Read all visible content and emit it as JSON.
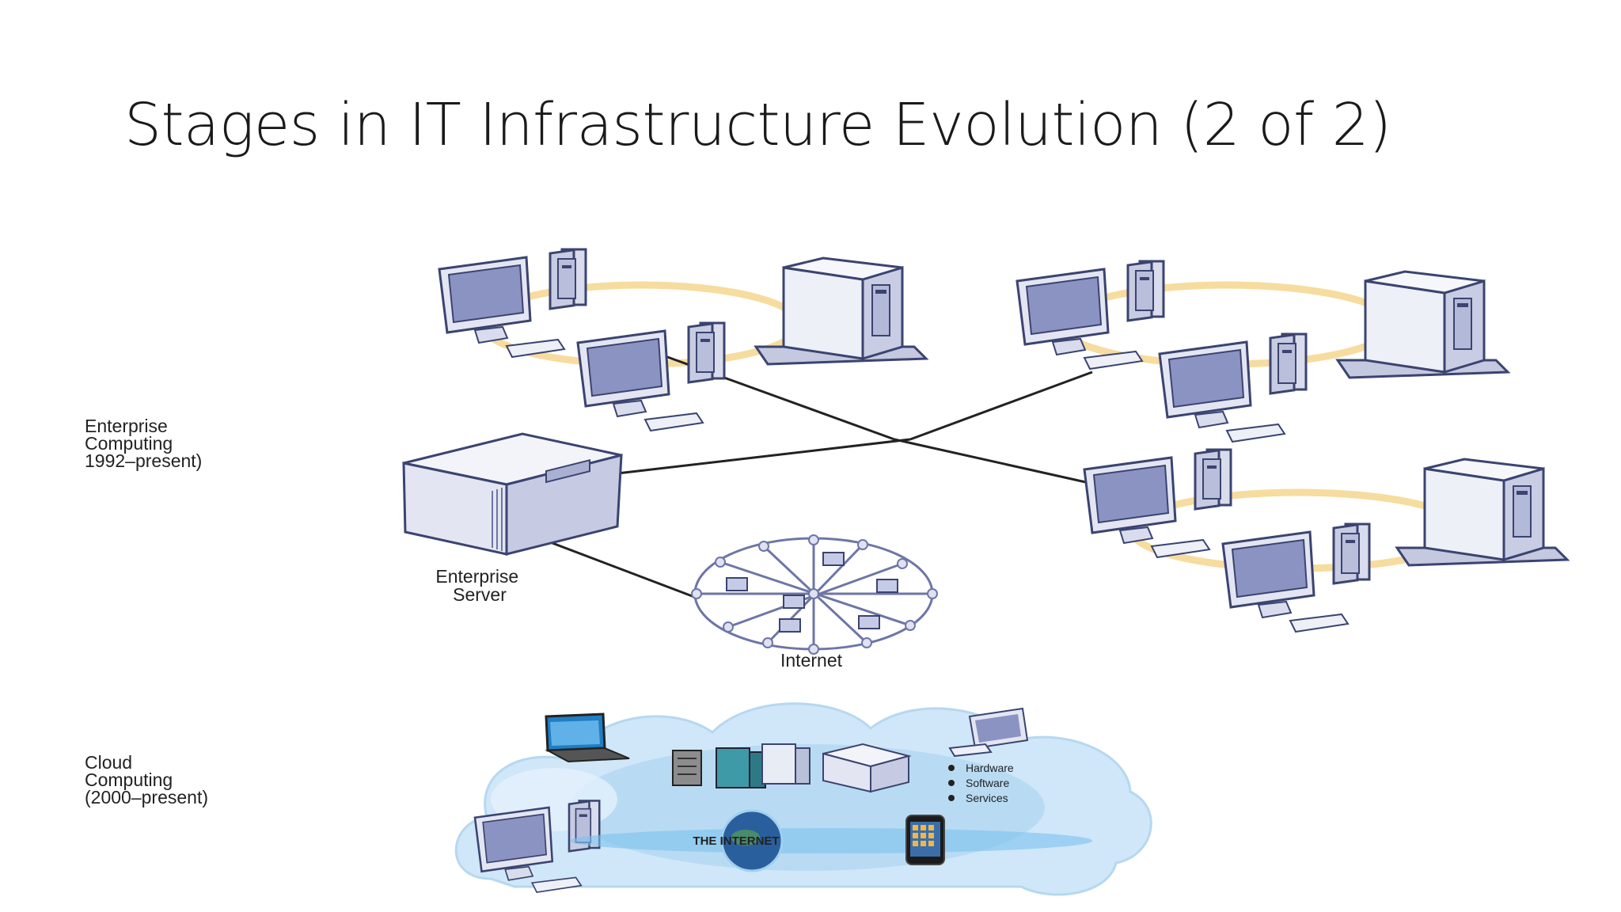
{
  "slide": {
    "title": "Stages in IT Infrastructure Evolution (2 of 2)"
  },
  "stages": [
    {
      "label": "Enterprise\nComputing\n1992–present)"
    },
    {
      "label": "Cloud\nComputing\n(2000–present)"
    }
  ],
  "diagram": {
    "enterprise_server_label": "Enterprise\nServer",
    "internet_label": "Internet",
    "cloud_internet_label": "THE INTERNET",
    "cloud_bullets": [
      "Hardware",
      "Software",
      "Services"
    ]
  },
  "colors": {
    "device_fill": "#e3e6f2",
    "device_stroke": "#3b4470",
    "screen": "#8a93c2",
    "network_ring": "#f6dc9e",
    "cloud_light": "#dbeefb",
    "cloud_mid": "#8fc6ea"
  }
}
